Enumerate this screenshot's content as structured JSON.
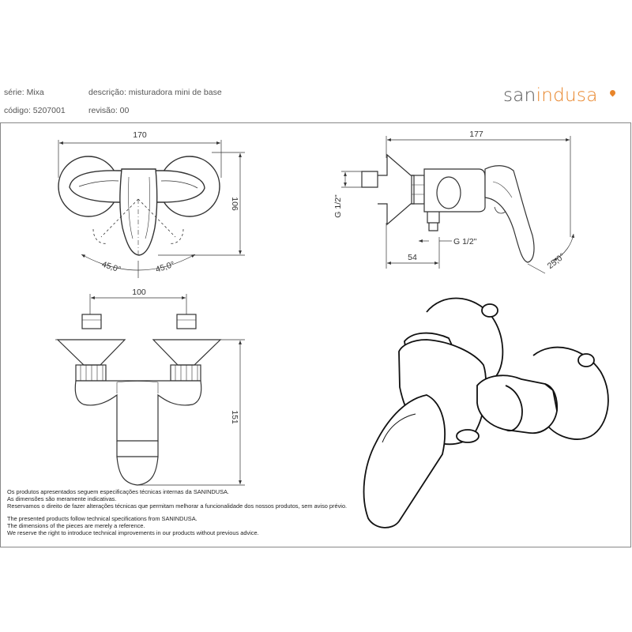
{
  "header": {
    "serie": "série: Mixa",
    "codigo": "código: 5207001",
    "descricao": "descrição: misturadora mini de base",
    "revisao": "revisão: 00"
  },
  "logo": {
    "part1": "san",
    "part2": "indusa",
    "accent_color": "#e8852a"
  },
  "dimensions": {
    "front_width": "170",
    "front_height": "106",
    "angle_left": "45,0°",
    "angle_right": "45,0°",
    "side_depth": "177",
    "side_thread_v": "G 1/2\"",
    "side_thread_h": "G 1/2\"",
    "side_offset": "54",
    "side_angle": "25,0°",
    "top_spacing": "100",
    "top_height": "151"
  },
  "notes": {
    "pt": [
      "Os produtos apresentados seguem especificações técnicas internas da SANINDUSA.",
      "As dimensões são meramente indicativas.",
      "Reservamos o direito de fazer alterações técnicas que permitam melhorar a funcionalidade dos nossos produtos, sem aviso prévio."
    ],
    "en": [
      "The presented products follow technical specifications from SANINDUSA.",
      "The dimensions of the pieces are merely a reference.",
      "We reserve the right to introduce technical improvements in our products without previous advice."
    ]
  }
}
